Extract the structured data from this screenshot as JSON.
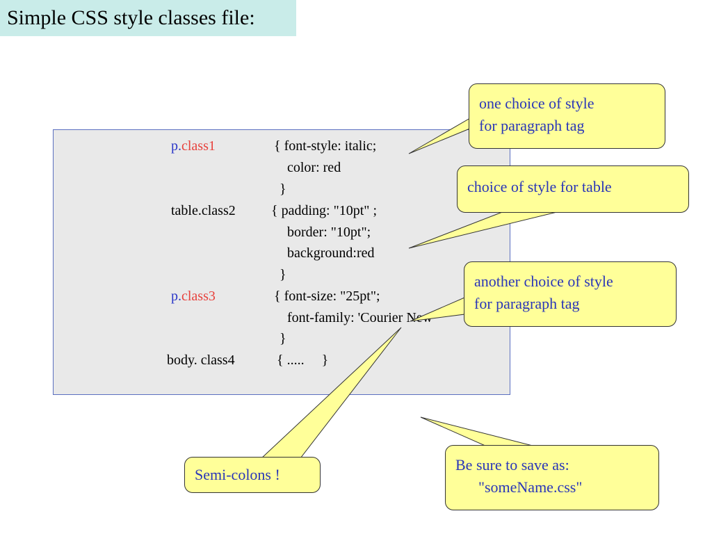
{
  "title": "Simple CSS style classes file:",
  "code": {
    "rows": [
      {
        "sel_prefix": "p.",
        "sel_class": "class1",
        "decl": "{ font-style: italic;"
      },
      {
        "decl": "color: red"
      },
      {
        "decl": "}"
      },
      {
        "sel": "table.class2",
        "decl": "{ padding: \"10pt\" ;"
      },
      {
        "decl": "border: \"10pt\";"
      },
      {
        "decl": "background:red"
      },
      {
        "decl": "}"
      },
      {
        "sel_prefix": "p.",
        "sel_class": "class3",
        "decl": "{ font-size: \"25pt\";"
      },
      {
        "decl": "font-family: 'Courier New'"
      },
      {
        "decl": "}"
      },
      {
        "sel": "body. class4",
        "decl": "{ .....     }"
      }
    ]
  },
  "callouts": {
    "p_class1": "one choice of style\nfor paragraph tag",
    "table": "choice of style for table",
    "p_class3": "another choice of style\nfor paragraph tag",
    "semicolons": "Semi-colons !",
    "save": "Be sure to save as:\n      \"someName.css\""
  },
  "colors": {
    "title_bg": "#c9ece9",
    "callout_bg": "#ffff99",
    "callout_text": "#2a36b8",
    "selector_prefix": "#2a36c8",
    "selector_class": "#e8413c"
  }
}
